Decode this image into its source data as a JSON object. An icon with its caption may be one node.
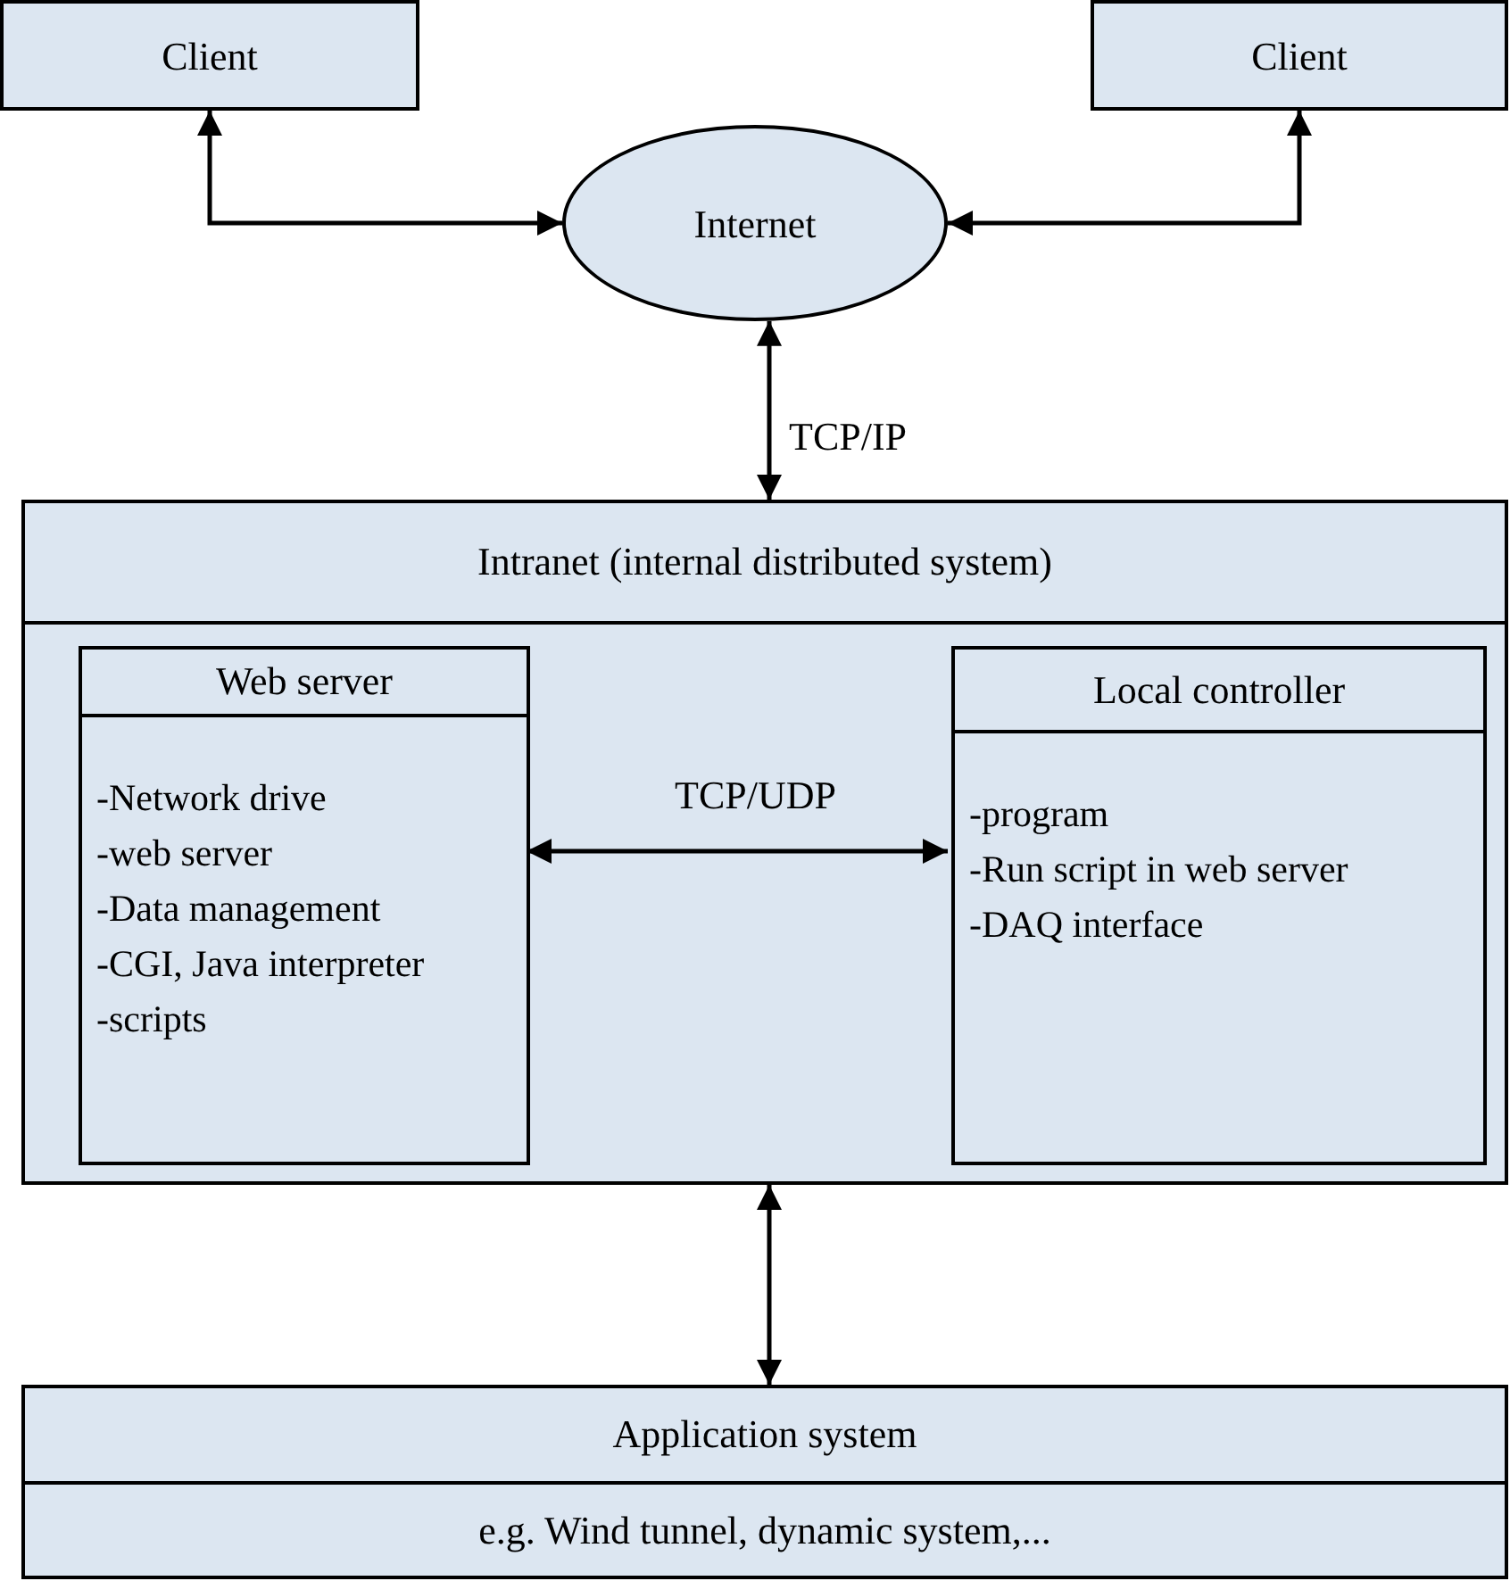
{
  "diagram": {
    "nodes": [
      {
        "text": [
          "Client"
        ]
      },
      {
        "text": [
          "Client"
        ]
      },
      {
        "text": [
          "Internet"
        ]
      },
      {
        "text": [
          "Intranet (internal distributed system)"
        ]
      },
      {
        "text": [
          "Web server",
          "-Network drive",
          "-web server",
          "-Data management",
          "-CGI, Java interpreter",
          "-scripts"
        ],
        "in": 3
      },
      {
        "text": [
          "Local controller",
          "-program",
          "-Run script in web server",
          "-DAQ interface"
        ],
        "in": 3
      },
      {
        "text": [
          "Application system",
          "e.g. Wind tunnel, dynamic system,..."
        ]
      }
    ],
    "edges": [
      {
        "from": 0,
        "to": 2,
        "arrow": "both"
      },
      {
        "from": 1,
        "to": 2,
        "arrow": "both"
      },
      {
        "from": 2,
        "to": 3,
        "arrow": "both",
        "label": "TCP/IP"
      },
      {
        "from": 4,
        "to": 5,
        "arrow": "both",
        "label": "TCP/UDP"
      },
      {
        "from": 3,
        "to": 6,
        "arrow": "both"
      }
    ]
  }
}
